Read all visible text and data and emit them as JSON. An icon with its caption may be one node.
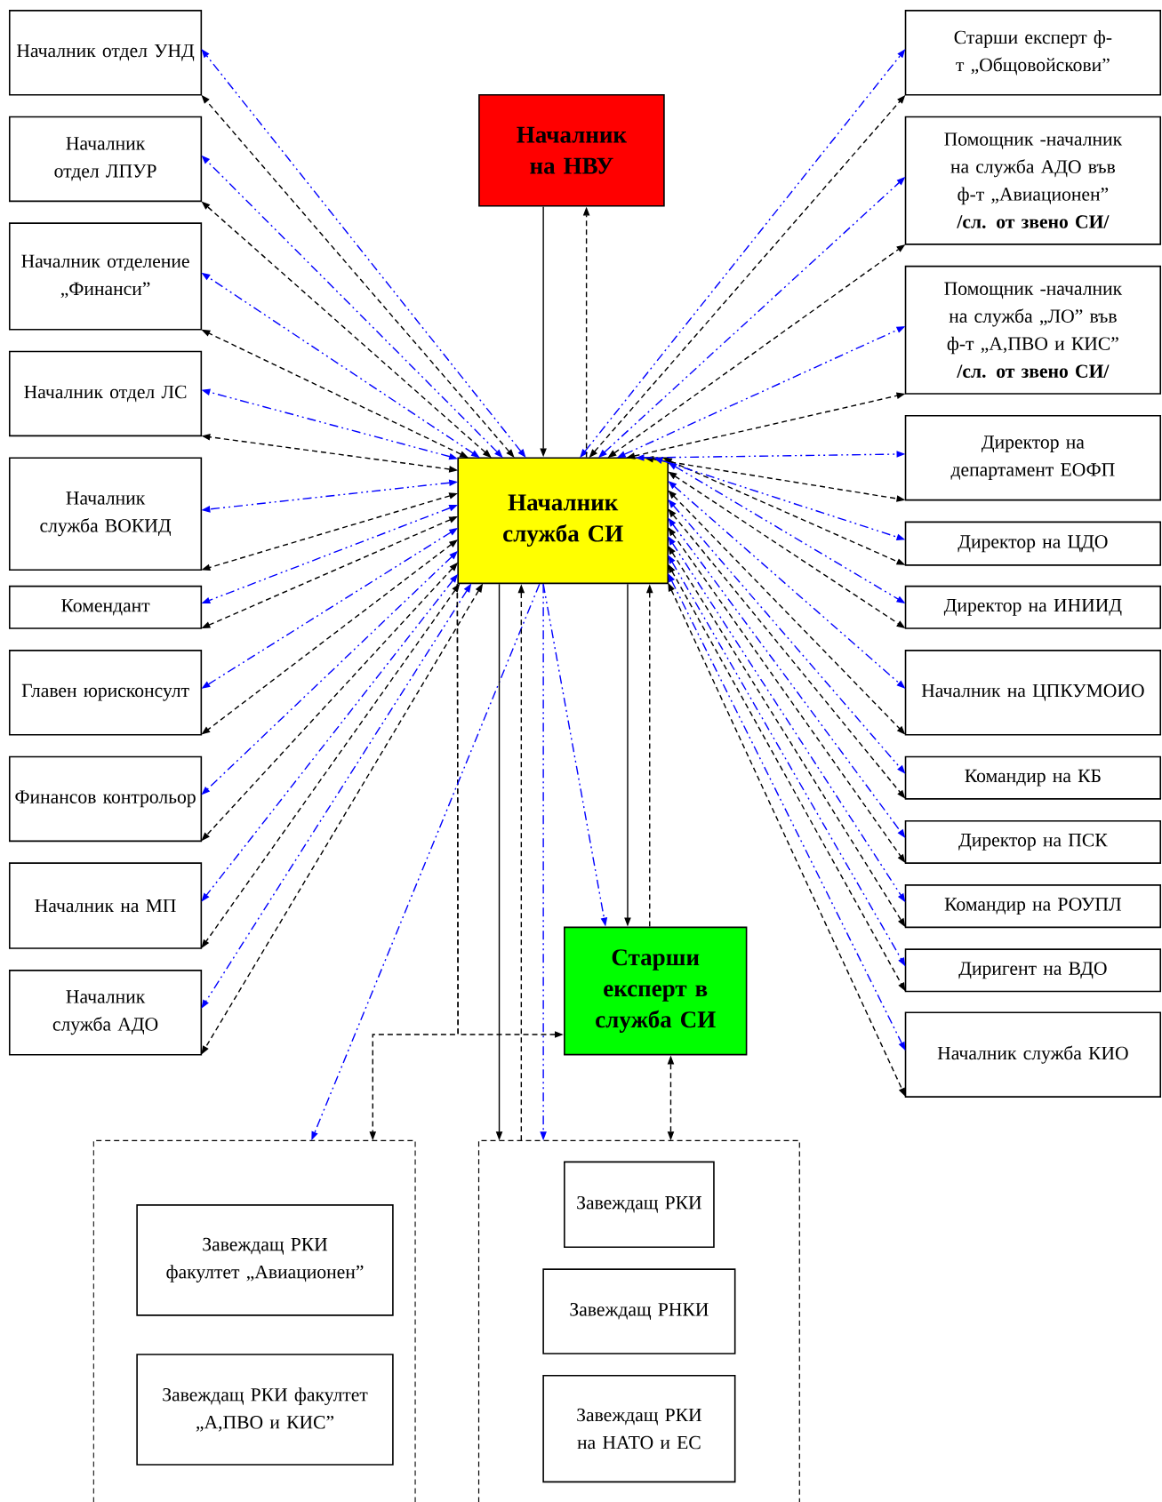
{
  "diagram": {
    "nodes": [
      {
        "text": [
          "Началник отдел УНД"
        ]
      },
      {
        "text": [
          "Началник отдел ЛПУР"
        ]
      },
      {
        "text": [
          "Началник отделение „Финанси”"
        ]
      },
      {
        "text": [
          "Началник отдел ЛС"
        ]
      },
      {
        "text": [
          "Началник служба ВОКИД"
        ]
      },
      {
        "text": [
          "Комендант"
        ]
      },
      {
        "text": [
          "Главен юрисконсулт"
        ]
      },
      {
        "text": [
          "Финансов контрольор"
        ]
      },
      {
        "text": [
          "Началник на МП"
        ]
      },
      {
        "text": [
          "Началник служба АДО"
        ]
      },
      {
        "text": [
          "Началник на НВУ"
        ]
      },
      {
        "text": [
          "Старши експерт ф-т „Общовойскови”"
        ]
      },
      {
        "text": [
          "Помощник -началник на служба АДО във ф-т „Авиационен”",
          "/сл. от звено СИ/"
        ]
      },
      {
        "text": [
          "Помощник -началник на служба „ЛО” във ф-т „А,ПВО и КИС”",
          "/сл. от звено СИ/"
        ]
      },
      {
        "text": [
          "Директор на департамент ЕОФП"
        ]
      },
      {
        "text": [
          "Директор на ЦДО"
        ]
      },
      {
        "text": [
          "Директор на ИНИИД"
        ]
      },
      {
        "text": [
          "Началник на ЦПКУМОИО"
        ]
      },
      {
        "text": [
          "Командир на КБ"
        ]
      },
      {
        "text": [
          "Директор на ПСК"
        ]
      },
      {
        "text": [
          "Командир на РОУПЛ"
        ]
      },
      {
        "text": [
          "Диригент на ВДО"
        ]
      },
      {
        "text": [
          "Началник служба КИО"
        ]
      },
      {
        "text": [
          "Началник служба СИ"
        ]
      },
      {
        "text": [
          "Старши експерт в служба СИ"
        ]
      },
      {
        "text": [],
        "shape": "box"
      },
      {
        "text": [
          "Завеждащ РКИ факултет „Авиационен”"
        ],
        "in": 25
      },
      {
        "text": [
          "Завеждащ РКИ факултет „А,ПВО и КИС”"
        ],
        "in": 25
      },
      {
        "text": [],
        "shape": "box"
      },
      {
        "text": [
          "Завеждащ РКИ"
        ],
        "in": 28
      },
      {
        "text": [
          "Завеждащ РНКИ"
        ],
        "in": 28
      },
      {
        "text": [
          "Завеждащ РКИ на НАТО и ЕС"
        ],
        "in": 28
      }
    ],
    "edges": [
      {
        "from": 23,
        "to": 0,
        "arrow": "both",
        "style": "dashed"
      },
      {
        "from": 23,
        "to": 0,
        "arrow": "both",
        "style": "dashed",
        "color": "#0000ff"
      },
      {
        "from": 23,
        "to": 1,
        "arrow": "both",
        "style": "dashed"
      },
      {
        "from": 23,
        "to": 1,
        "arrow": "both",
        "style": "dashed",
        "color": "#0000ff"
      },
      {
        "from": 23,
        "to": 2,
        "arrow": "both",
        "style": "dashed"
      },
      {
        "from": 23,
        "to": 2,
        "arrow": "both",
        "style": "dashed",
        "color": "#0000ff"
      },
      {
        "from": 23,
        "to": 3,
        "arrow": "both",
        "style": "dashed"
      },
      {
        "from": 23,
        "to": 3,
        "arrow": "both",
        "style": "dashed",
        "color": "#0000ff"
      },
      {
        "from": 23,
        "to": 4,
        "arrow": "both",
        "style": "dashed"
      },
      {
        "from": 23,
        "to": 4,
        "arrow": "both",
        "style": "dashed",
        "color": "#0000ff"
      },
      {
        "from": 23,
        "to": 5,
        "arrow": "both",
        "style": "dashed"
      },
      {
        "from": 23,
        "to": 5,
        "arrow": "both",
        "style": "dashed",
        "color": "#0000ff"
      },
      {
        "from": 23,
        "to": 6,
        "arrow": "both",
        "style": "dashed"
      },
      {
        "from": 23,
        "to": 6,
        "arrow": "both",
        "style": "dashed",
        "color": "#0000ff"
      },
      {
        "from": 23,
        "to": 7,
        "arrow": "both",
        "style": "dashed"
      },
      {
        "from": 23,
        "to": 7,
        "arrow": "both",
        "style": "dashed",
        "color": "#0000ff"
      },
      {
        "from": 23,
        "to": 8,
        "arrow": "both",
        "style": "dashed"
      },
      {
        "from": 23,
        "to": 8,
        "arrow": "both",
        "style": "dashed",
        "color": "#0000ff"
      },
      {
        "from": 23,
        "to": 9,
        "arrow": "both",
        "style": "dashed"
      },
      {
        "from": 23,
        "to": 9,
        "arrow": "both",
        "style": "dashed",
        "color": "#0000ff"
      },
      {
        "from": 23,
        "to": 11,
        "arrow": "both",
        "style": "dashed"
      },
      {
        "from": 23,
        "to": 11,
        "arrow": "both",
        "style": "dashed",
        "color": "#0000ff"
      },
      {
        "from": 23,
        "to": 12,
        "arrow": "both",
        "style": "dashed"
      },
      {
        "from": 23,
        "to": 12,
        "arrow": "both",
        "style": "dashed",
        "color": "#0000ff"
      },
      {
        "from": 23,
        "to": 13,
        "arrow": "both",
        "style": "dashed"
      },
      {
        "from": 23,
        "to": 13,
        "arrow": "both",
        "style": "dashed",
        "color": "#0000ff"
      },
      {
        "from": 23,
        "to": 14,
        "arrow": "both",
        "style": "dashed"
      },
      {
        "from": 23,
        "to": 14,
        "arrow": "both",
        "style": "dashed",
        "color": "#0000ff"
      },
      {
        "from": 23,
        "to": 15,
        "arrow": "both",
        "style": "dashed"
      },
      {
        "from": 23,
        "to": 15,
        "arrow": "both",
        "style": "dashed",
        "color": "#0000ff"
      },
      {
        "from": 23,
        "to": 16,
        "arrow": "both",
        "style": "dashed"
      },
      {
        "from": 23,
        "to": 16,
        "arrow": "both",
        "style": "dashed",
        "color": "#0000ff"
      },
      {
        "from": 23,
        "to": 17,
        "arrow": "both",
        "style": "dashed"
      },
      {
        "from": 23,
        "to": 17,
        "arrow": "both",
        "style": "dashed",
        "color": "#0000ff"
      },
      {
        "from": 23,
        "to": 18,
        "arrow": "both",
        "style": "dashed"
      },
      {
        "from": 23,
        "to": 18,
        "arrow": "both",
        "style": "dashed",
        "color": "#0000ff"
      },
      {
        "from": 23,
        "to": 19,
        "arrow": "both",
        "style": "dashed"
      },
      {
        "from": 23,
        "to": 19,
        "arrow": "both",
        "style": "dashed",
        "color": "#0000ff"
      },
      {
        "from": 23,
        "to": 20,
        "arrow": "both",
        "style": "dashed"
      },
      {
        "from": 23,
        "to": 20,
        "arrow": "both",
        "style": "dashed",
        "color": "#0000ff"
      },
      {
        "from": 23,
        "to": 21,
        "arrow": "both",
        "style": "dashed"
      },
      {
        "from": 23,
        "to": 21,
        "arrow": "both",
        "style": "dashed",
        "color": "#0000ff"
      },
      {
        "from": 23,
        "to": 22,
        "arrow": "both",
        "style": "dashed"
      },
      {
        "from": 23,
        "to": 22,
        "arrow": "both",
        "style": "dashed",
        "color": "#0000ff"
      },
      {
        "from": 10,
        "to": 23,
        "arrow": "to"
      },
      {
        "from": 23,
        "to": 10,
        "arrow": "to",
        "style": "dashed"
      },
      {
        "from": 23,
        "to": 24,
        "arrow": "to"
      },
      {
        "from": 24,
        "to": 23,
        "arrow": "to",
        "style": "dashed"
      },
      {
        "from": 23,
        "to": 24,
        "arrow": "to",
        "style": "dashed",
        "color": "#0000ff"
      },
      {
        "from": 23,
        "to": 24,
        "arrow": "to",
        "style": "dashed"
      },
      {
        "from": 23,
        "to": 25,
        "arrow": "to",
        "style": "dashed"
      },
      {
        "from": 23,
        "to": 25,
        "arrow": "to",
        "style": "dashed",
        "color": "#0000ff"
      },
      {
        "from": 23,
        "to": 28,
        "arrow": "to"
      },
      {
        "from": 28,
        "to": 23,
        "arrow": "to",
        "style": "dashed"
      },
      {
        "from": 23,
        "to": 28,
        "arrow": "to",
        "style": "dashed",
        "color": "#0000ff"
      },
      {
        "from": 24,
        "to": 28,
        "arrow": "both",
        "style": "dashed"
      }
    ]
  }
}
